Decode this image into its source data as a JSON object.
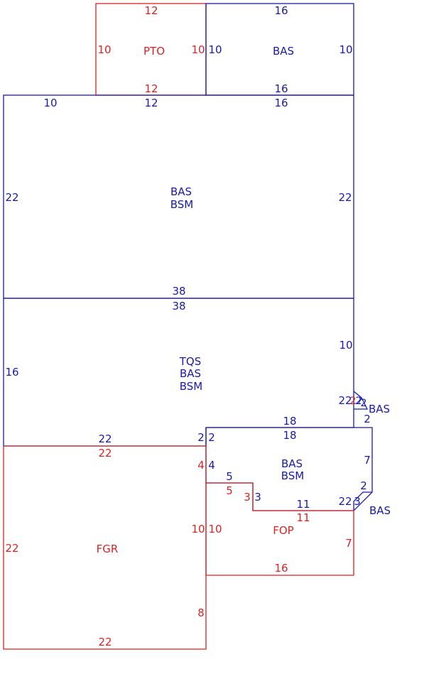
{
  "colors": {
    "blue": "#1a1aaa",
    "red": "#dd2222"
  },
  "areas": {
    "pto": "PTO",
    "bas_top": "BAS",
    "bas_bsm": [
      "BAS",
      "BSM"
    ],
    "tqs": [
      "TQS",
      "BAS",
      "BSM"
    ],
    "bas_right_upper": "BAS",
    "bas_bsm_lower": [
      "BAS",
      "BSM"
    ],
    "bas_right_lower": "BAS",
    "fop": "FOP",
    "fgr": "FGR"
  },
  "dims": {
    "pto_top": "12",
    "pto_left": "10",
    "pto_right": "10",
    "pto_bottom": "12",
    "bas_top_top": "16",
    "bas_top_left": "10",
    "bas_top_right": "10",
    "bas_top_bottom": "16",
    "main_top_left": "10",
    "main_top_mid": "12",
    "main_top_right": "16",
    "main_left": "22",
    "main_right": "22",
    "main_bottom": "38",
    "tqs_top": "38",
    "tqs_left": "16",
    "tqs_right": "10",
    "tqs_bottom_left": "22",
    "tqs_step": "2",
    "notch_a": "22",
    "notch_b": "2",
    "notch_c": "2",
    "notch_d": "2",
    "right_top": "18",
    "right_top_inner": "18",
    "right_side_a": "2",
    "right_side_b": "7",
    "right_side_c": "2",
    "right_left": "2",
    "right_left_b": "4",
    "right_step_top": "5",
    "right_step_side": "3",
    "right_bottom": "11",
    "notch2_a": "22",
    "notch2_b": "3",
    "fop_left": "10",
    "fop_left_b": "10",
    "fop_step_top": "5",
    "fop_step_side": "3",
    "fop_top": "11",
    "fop_right": "7",
    "fop_bottom": "16",
    "fgr_top": "22",
    "fgr_left": "22",
    "fgr_right_a": "4",
    "fgr_right_b": "8",
    "fgr_bottom": "22"
  }
}
